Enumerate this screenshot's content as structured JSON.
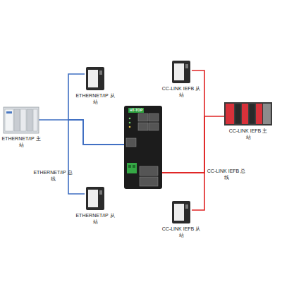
{
  "diagram": {
    "nodes": [
      {
        "text": [
          "ETHERNET/IP 从站"
        ]
      },
      {
        "text": [
          "CC-LINK IEFB 从站"
        ]
      },
      {
        "text": [
          "ETHERNET/IP 主站"
        ]
      },
      {
        "text": [
          "HT-TOP"
        ]
      },
      {
        "text": [
          "CC-LINK IEFB 主站"
        ]
      },
      {
        "text": [
          "ETHERNET/IP 从站"
        ]
      },
      {
        "text": [
          "CC-LINK IEFB 从站"
        ]
      }
    ],
    "edges": [
      {
        "from": 0,
        "to": 3,
        "arrow": "none"
      },
      {
        "from": 2,
        "to": 3,
        "arrow": "none"
      },
      {
        "from": 5,
        "to": 3,
        "arrow": "none"
      },
      {
        "from": 3,
        "to": 1,
        "arrow": "none"
      },
      {
        "from": 3,
        "to": 4,
        "arrow": "none"
      },
      {
        "from": 3,
        "to": 6,
        "arrow": "none"
      }
    ],
    "labels": [
      "ETHERNET/IP 总线",
      "CC-LINK IEFB 总线"
    ]
  }
}
